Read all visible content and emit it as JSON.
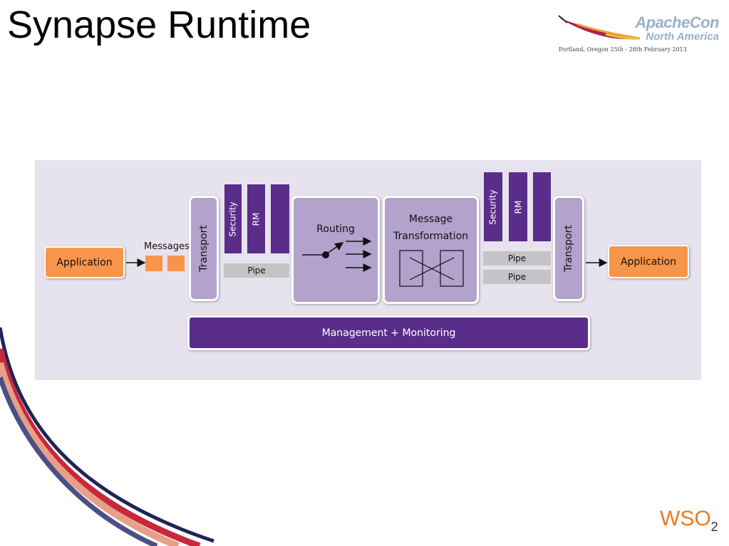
{
  "slide": {
    "title": "Synapse Runtime"
  },
  "conference_logo": {
    "name_line1": "ApacheCon",
    "name_line2": "North America",
    "tagline": "Portland, Oregon 25th - 28th February 2013"
  },
  "footer_logo": {
    "text": "WSO",
    "subscript": "2"
  },
  "diagram": {
    "left_application": "Application",
    "messages_label": "Messages",
    "left_transport": "Transport",
    "left_security": "Security",
    "left_rm": "RM",
    "left_pipe": "Pipe",
    "routing": "Routing",
    "message_transformation_line1": "Message",
    "message_transformation_line2": "Transformation",
    "right_security": "Security",
    "right_rm": "RM",
    "right_pipe_1": "Pipe",
    "right_pipe_2": "Pipe",
    "right_transport": "Transport",
    "right_application": "Application",
    "management": "Management + Monitoring"
  },
  "colors": {
    "application": "#f7964a",
    "stage": "#b2a2cc",
    "purple": "#5b2d8a",
    "pipe": "#c5c3c6",
    "diagram_background": "#e6e2ee",
    "wso2_orange": "#f07a22"
  }
}
